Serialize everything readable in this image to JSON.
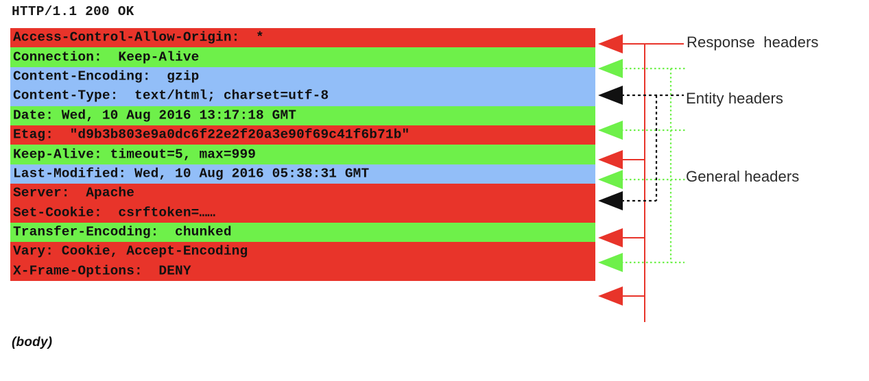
{
  "status_line": "HTTP/1.1 200 OK",
  "body_placeholder": "(body)",
  "colors": {
    "response_headers": "#E8342A",
    "general_headers": "#6EF04A",
    "entity_headers": "#92BEF8",
    "red_arrow": "#E8342A",
    "green_arrow": "#6EF04A",
    "black_arrow": "#111111"
  },
  "headers": [
    {
      "text": "Access-Control-Allow-Origin:  *",
      "category": "response",
      "color": "#E8342A"
    },
    {
      "text": "Connection:  Keep-Alive",
      "category": "general",
      "color": "#6EF04A"
    },
    {
      "text": "Content-Encoding:  gzip",
      "category": "entity",
      "color": "#92BEF8"
    },
    {
      "text": "Content-Type:  text/html; charset=utf-8",
      "category": "entity",
      "color": "#92BEF8"
    },
    {
      "text": "Date: Wed, 10 Aug 2016 13:17:18 GMT",
      "category": "general",
      "color": "#6EF04A"
    },
    {
      "text": "Etag:  \"d9b3b803e9a0dc6f22e2f20a3e90f69c41f6b71b\"",
      "category": "response",
      "color": "#E8342A"
    },
    {
      "text": "Keep-Alive: timeout=5, max=999",
      "category": "general",
      "color": "#6EF04A"
    },
    {
      "text": "Last-Modified: Wed, 10 Aug 2016 05:38:31 GMT",
      "category": "entity",
      "color": "#92BEF8"
    },
    {
      "text": "Server:  Apache",
      "category": "response",
      "color": "#E8342A"
    },
    {
      "text": "Set-Cookie:  csrftoken=……",
      "category": "response",
      "color": "#E8342A"
    },
    {
      "text": "Transfer-Encoding:  chunked",
      "category": "general",
      "color": "#6EF04A"
    },
    {
      "text": "Vary: Cookie, Accept-Encoding",
      "category": "response",
      "color": "#E8342A"
    },
    {
      "text": "X-Frame-Options:  DENY",
      "category": "response",
      "color": "#E8342A"
    }
  ],
  "annotations": [
    {
      "label": "Response  headers",
      "color": "#E8342A",
      "style": "solid"
    },
    {
      "label": "Entity headers",
      "color": "#111111",
      "style": "dashed"
    },
    {
      "label": "General headers",
      "color": "#6EF04A",
      "style": "dotted"
    }
  ]
}
